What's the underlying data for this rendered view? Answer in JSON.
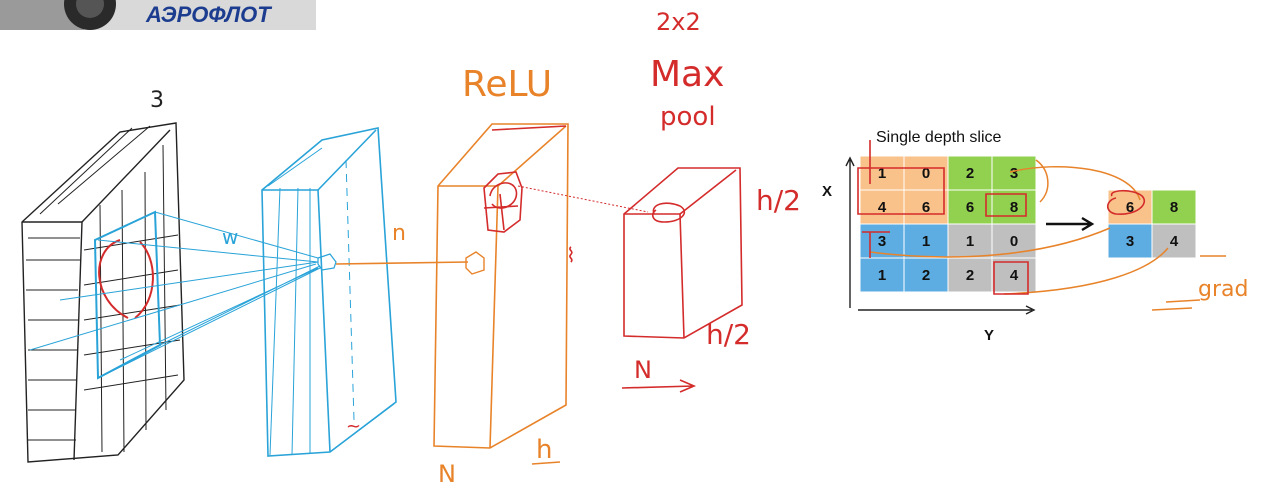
{
  "banner": {
    "text": "АЭРОФЛОТ"
  },
  "annotations": {
    "depth": "3",
    "weights": "w",
    "relu": "ReLU",
    "n": "n",
    "pool_size": "2x2",
    "max": "Max",
    "pool": "pool",
    "h_half_a": "h/2",
    "h_half_b": "h/2",
    "h": "h",
    "n_upper": "N",
    "n_lower": "N",
    "grad": "grad"
  },
  "maxpool_figure": {
    "title": "Single depth slice",
    "x_axis": "X",
    "y_axis": "Y",
    "input_grid": [
      [
        1,
        0,
        2,
        3
      ],
      [
        4,
        6,
        6,
        8
      ],
      [
        3,
        1,
        1,
        0
      ],
      [
        1,
        2,
        2,
        4
      ]
    ],
    "output_grid": [
      [
        6,
        8
      ],
      [
        3,
        4
      ]
    ],
    "quadrant_colors": {
      "orange": "#f8c28a",
      "green": "#92d050",
      "blue": "#5dade2",
      "gray": "#bfbfbf"
    },
    "ink_colors": {
      "black": "#222222",
      "blue": "#29a3d8",
      "orange": "#e8832a",
      "red": "#d42b2b"
    }
  }
}
